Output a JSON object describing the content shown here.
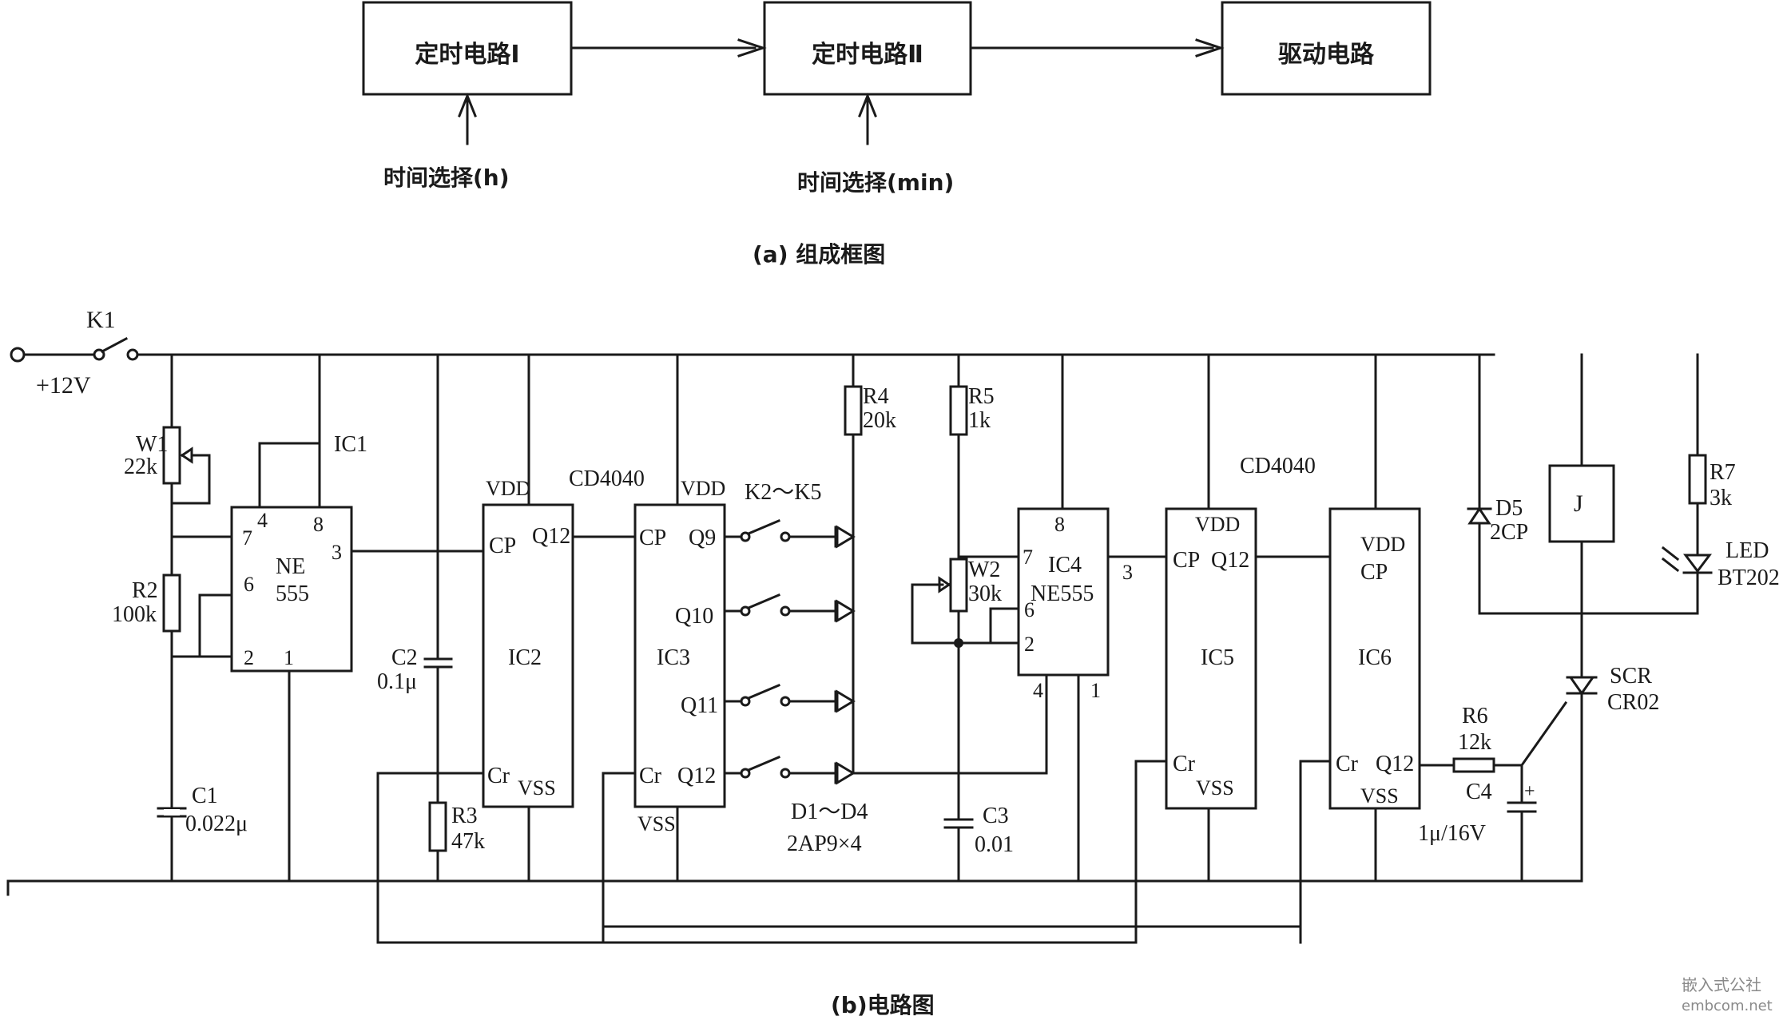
{
  "block_diagram": {
    "blocks": [
      "定时电路Ⅰ",
      "定时电路Ⅱ",
      "驱动电路"
    ],
    "inputs": [
      "时间选择(h)",
      "时间选择(min)"
    ],
    "caption": "(a) 组成框图"
  },
  "circuit": {
    "caption": "(b)电路图",
    "switch_k1": "K1",
    "supply": "+12V",
    "ic1": {
      "ref": "IC1",
      "name_line1": "NE",
      "name_line2": "555",
      "pins": [
        "4",
        "8",
        "7",
        "3",
        "6",
        "2",
        "1"
      ]
    },
    "ic2": {
      "ref": "IC2",
      "pins": [
        "VDD",
        "CP",
        "Q12",
        "Cr",
        "VSS"
      ]
    },
    "ic3": {
      "ref": "IC3",
      "pins": [
        "VDD",
        "CP",
        "Q9",
        "Q10",
        "Q11",
        "Cr",
        "Q12",
        "VSS"
      ]
    },
    "cd4040_a": "CD4040",
    "cd4040_b": "CD4040",
    "ic4": {
      "ref": "IC4",
      "name": "NE555",
      "pins": [
        "8",
        "7",
        "6",
        "2",
        "3",
        "4",
        "1"
      ]
    },
    "ic5": {
      "ref": "IC5",
      "pins": [
        "VDD",
        "CP",
        "Q12",
        "Cr",
        "VSS"
      ]
    },
    "ic6": {
      "ref": "IC6",
      "pins": [
        "VDD",
        "CP",
        "Cr",
        "Q12",
        "VSS"
      ]
    },
    "components": {
      "w1": {
        "ref": "W1",
        "value": "22k"
      },
      "r2": {
        "ref": "R2",
        "value": "100k"
      },
      "c1": {
        "ref": "C1",
        "value": "0.022μ"
      },
      "c2": {
        "ref": "C2",
        "value": "0.1μ"
      },
      "r3": {
        "ref": "R3",
        "value": "47k"
      },
      "k2k5": "K2～K5",
      "d1d4": {
        "ref": "D1～D4",
        "value": "2AP9×4"
      },
      "r4": {
        "ref": "R4",
        "value": "20k"
      },
      "r5": {
        "ref": "R5",
        "value": "1k"
      },
      "w2": {
        "ref": "W2",
        "value": "30k"
      },
      "c3": {
        "ref": "C3",
        "value": "0.01"
      },
      "d5": {
        "ref": "D5",
        "value": "2CP"
      },
      "relay": "J",
      "r7": {
        "ref": "R7",
        "value": "3k"
      },
      "led": {
        "ref": "LED",
        "value": "BT202"
      },
      "scr": {
        "ref": "SCR",
        "value": "CR02"
      },
      "r6": {
        "ref": "R6",
        "value": "12k"
      },
      "c4": {
        "ref": "C4",
        "value": "1μ/16V"
      }
    }
  },
  "watermark": {
    "line1": "嵌入式公社",
    "line2": "embcom.net"
  }
}
